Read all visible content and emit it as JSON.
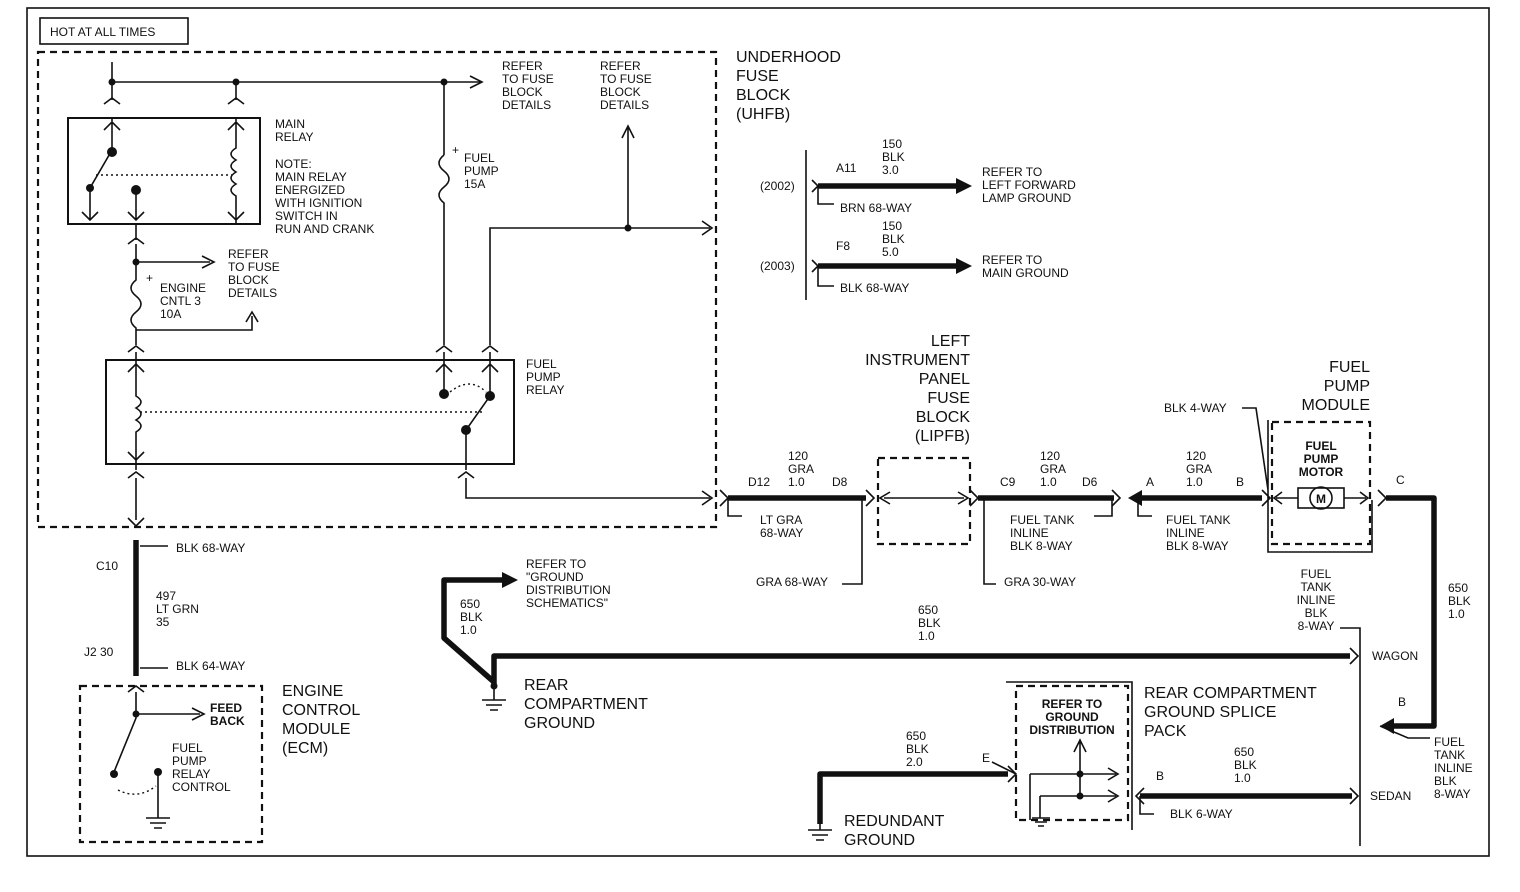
{
  "header": {
    "hot_label": "HOT AT ALL TIMES"
  },
  "uhfb": {
    "title": [
      "UNDERHOOD",
      "FUSE",
      "BLOCK",
      "(UHFB)"
    ]
  },
  "refer_fuse": [
    "REFER",
    "TO FUSE",
    "BLOCK",
    "DETAILS"
  ],
  "main_relay": {
    "label": [
      "MAIN",
      "RELAY"
    ],
    "note": [
      "NOTE:",
      "MAIN RELAY",
      "ENERGIZED",
      "WITH IGNITION",
      "SWITCH IN",
      "RUN AND CRANK"
    ]
  },
  "fuel_pump_fuse": [
    "FUEL",
    "PUMP",
    "15A"
  ],
  "engine_fuse": [
    "ENGINE",
    "CNTL 3",
    "10A"
  ],
  "fuel_pump_relay": [
    "FUEL",
    "PUMP",
    "RELAY"
  ],
  "ground_2002": {
    "year": "(2002)",
    "pin": "A11",
    "circuit": [
      "150",
      "BLK",
      "3.0"
    ],
    "connector": "BRN 68-WAY",
    "refer": [
      "REFER TO",
      "LEFT FORWARD",
      "LAMP GROUND"
    ]
  },
  "ground_2003": {
    "year": "(2003)",
    "pin": "F8",
    "circuit": [
      "150",
      "BLK",
      "5.0"
    ],
    "connector": "BLK 68-WAY",
    "refer": [
      "REFER TO",
      "MAIN GROUND"
    ]
  },
  "lipfb": {
    "title": [
      "LEFT",
      "INSTRUMENT",
      "PANEL",
      "FUSE",
      "BLOCK",
      "(LIPFB)"
    ]
  },
  "fp_module": {
    "title": [
      "FUEL",
      "PUMP",
      "MODULE"
    ],
    "motor": [
      "FUEL",
      "PUMP",
      "MOTOR"
    ],
    "motor_symbol": "M",
    "conn_top": "BLK 4-WAY"
  },
  "wire_120a": {
    "circuit": [
      "120",
      "GRA",
      "1.0"
    ],
    "pin_left": "D12",
    "pin_right": "D8",
    "conn_bottom": [
      "LT GRA",
      "68-WAY"
    ],
    "conn_low": "GRA 68-WAY"
  },
  "wire_120b": {
    "circuit": [
      "120",
      "GRA",
      "1.0"
    ],
    "pin_left": "C9",
    "pin_right": "D6",
    "conn_bottom": [
      "FUEL TANK",
      "INLINE",
      "BLK 8-WAY"
    ],
    "conn_low": "GRA 30-WAY"
  },
  "wire_120c": {
    "circuit": [
      "120",
      "GRA",
      "1.0"
    ],
    "pin_left": "A",
    "pin_right": "B",
    "conn_bottom": [
      "FUEL TANK",
      "INLINE",
      "BLK 8-WAY"
    ]
  },
  "module_out": {
    "pin": "C",
    "circuit": [
      "650",
      "BLK",
      "1.0"
    ]
  },
  "ecm_wire": {
    "conn_top": "BLK 68-WAY",
    "pin_top": "C10",
    "circuit": [
      "497",
      "LT GRN",
      "35"
    ],
    "pin_bottom": "J2 30",
    "conn_bottom": "BLK 64-WAY"
  },
  "ecm": {
    "title": [
      "ENGINE",
      "CONTROL",
      "MODULE",
      "(ECM)"
    ],
    "feed": [
      "FEED",
      "BACK"
    ],
    "control": [
      "FUEL",
      "PUMP",
      "RELAY",
      "CONTROL"
    ]
  },
  "ground_dist": {
    "refer": [
      "REFER TO",
      "\"GROUND",
      "DISTRIBUTION",
      "SCHEMATICS\""
    ],
    "circuit": [
      "650",
      "BLK",
      "1.0"
    ]
  },
  "rear_ground": {
    "label": [
      "REAR",
      "COMPARTMENT",
      "GROUND"
    ],
    "circuit": [
      "650",
      "BLK",
      "1.0"
    ]
  },
  "inline_top": {
    "label": [
      "FUEL",
      "TANK",
      "INLINE",
      "BLK",
      "8-WAY"
    ],
    "variant": "WAGON"
  },
  "splice_pack": {
    "title": [
      "REAR COMPARTMENT",
      "GROUND SPLICE",
      "PACK"
    ],
    "inner": [
      "REFER TO",
      "GROUND",
      "DISTRIBUTION"
    ]
  },
  "redundant": {
    "label": [
      "REDUNDANT",
      "GROUND"
    ],
    "circuit": [
      "650",
      "BLK",
      "2.0"
    ],
    "pin": "E"
  },
  "sedan_wire": {
    "pin": "B",
    "circuit": [
      "650",
      "BLK",
      "1.0"
    ],
    "conn": "BLK 6-WAY",
    "variant": "SEDAN"
  },
  "right_b": {
    "pin": "B",
    "label": [
      "FUEL",
      "TANK",
      "INLINE",
      "BLK",
      "8-WAY"
    ]
  }
}
